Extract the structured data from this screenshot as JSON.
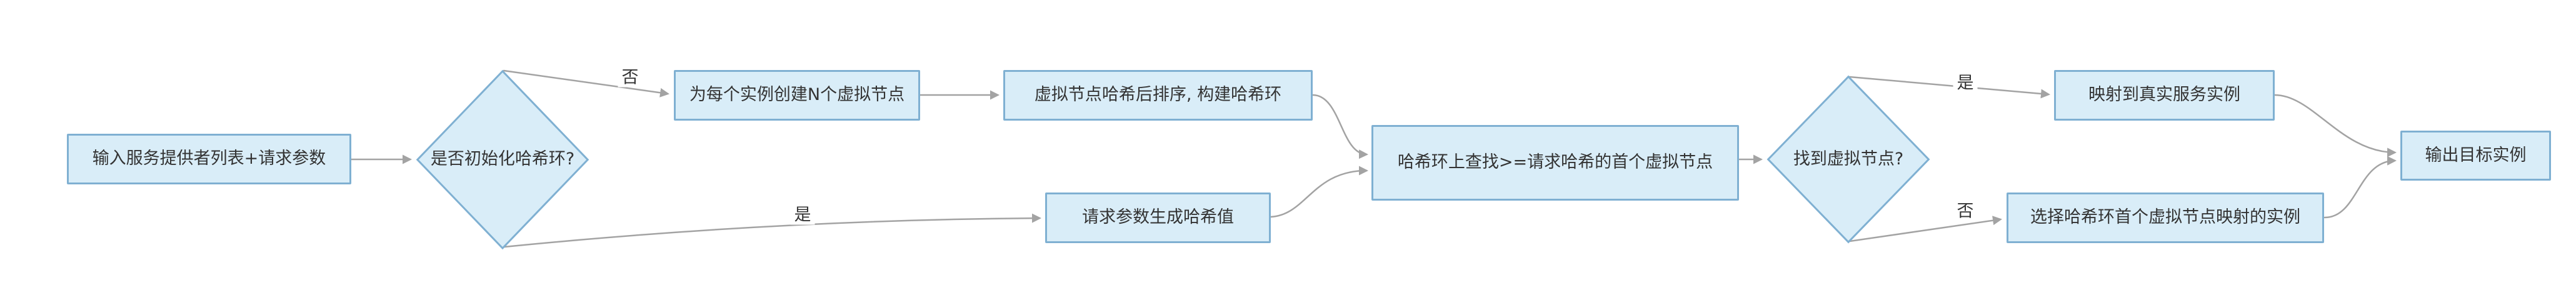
{
  "diagram": {
    "nodes": [
      {
        "id": "input",
        "shape": "rect",
        "label": "输入服务提供者列表+请求参数"
      },
      {
        "id": "init-check",
        "shape": "diamond",
        "label": "是否初始化哈希环?"
      },
      {
        "id": "create-vnodes",
        "shape": "rect",
        "label": "为每个实例创建N个虚拟节点"
      },
      {
        "id": "build-ring",
        "shape": "rect",
        "label": "虚拟节点哈希后排序, 构建哈希环"
      },
      {
        "id": "gen-hash",
        "shape": "rect",
        "label": "请求参数生成哈希值"
      },
      {
        "id": "lookup",
        "shape": "rect",
        "label": "哈希环上查找>=请求哈希的首个虚拟节点"
      },
      {
        "id": "found-check",
        "shape": "diamond",
        "label": "找到虚拟节点?"
      },
      {
        "id": "map-real",
        "shape": "rect",
        "label": "映射到真实服务实例"
      },
      {
        "id": "first-vnode",
        "shape": "rect",
        "label": "选择哈希环首个虚拟节点映射的实例"
      },
      {
        "id": "output",
        "shape": "rect",
        "label": "输出目标实例"
      }
    ],
    "edge_labels": [
      {
        "id": "no-1",
        "label": "否"
      },
      {
        "id": "yes-1",
        "label": "是"
      },
      {
        "id": "yes-2",
        "label": "是"
      },
      {
        "id": "no-2",
        "label": "否"
      }
    ],
    "colors": {
      "node_fill": "#d9edf8",
      "node_stroke": "#7fb0d2",
      "edge": "#a3a3a3",
      "text": "#333333",
      "background": "#ffffff"
    }
  }
}
